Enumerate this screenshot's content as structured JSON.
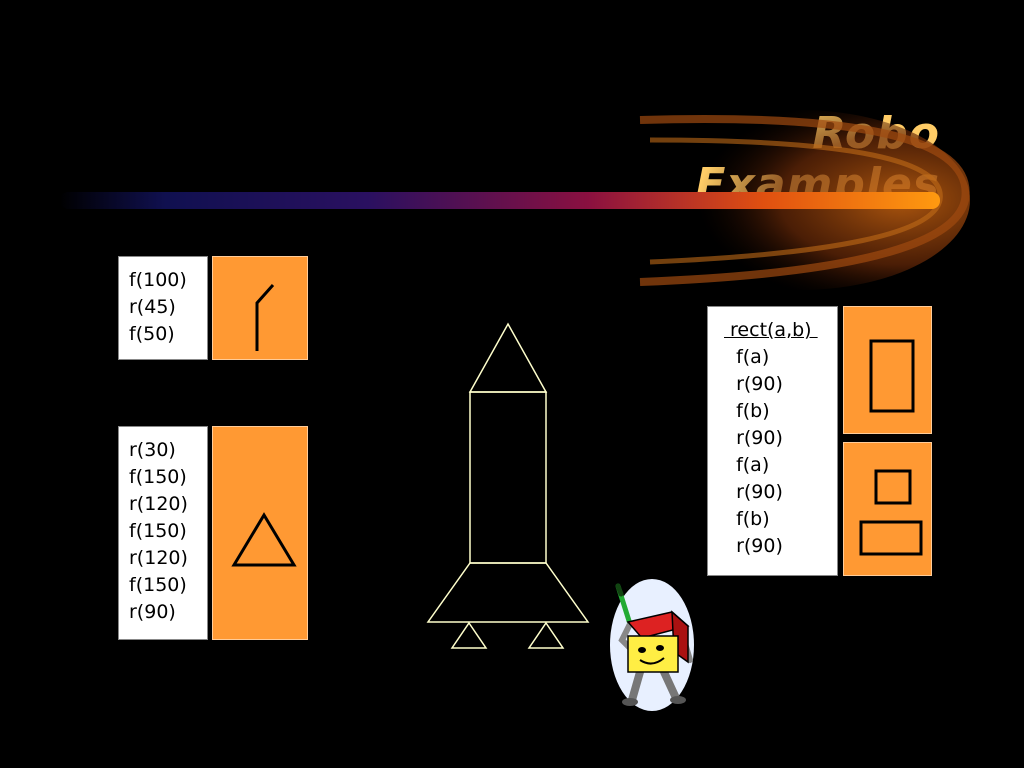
{
  "slide": {
    "title": "Robo Examples",
    "colors": {
      "background": "#000000",
      "title": "#ffcc66",
      "panel": "#ff9933",
      "drawing_stroke": "#ffffcc"
    }
  },
  "examples": {
    "example1": {
      "lines": [
        "f(100)",
        "r(45)",
        "f(50)"
      ]
    },
    "example2": {
      "lines": [
        "r(30)",
        "f(150)",
        "r(120)",
        "f(150)",
        "r(120)",
        "f(150)",
        "r(90)"
      ]
    },
    "rect_procedure": {
      "header": " rect(a,b) ",
      "lines": [
        "  f(a)",
        "  r(90)",
        "  f(b)",
        "  r(90)",
        "  f(a)",
        "  r(90)",
        "  f(b)",
        "  r(90)"
      ]
    }
  },
  "icons": {
    "robot": "robot-with-pen-icon",
    "rocket": "rocket-drawing"
  }
}
